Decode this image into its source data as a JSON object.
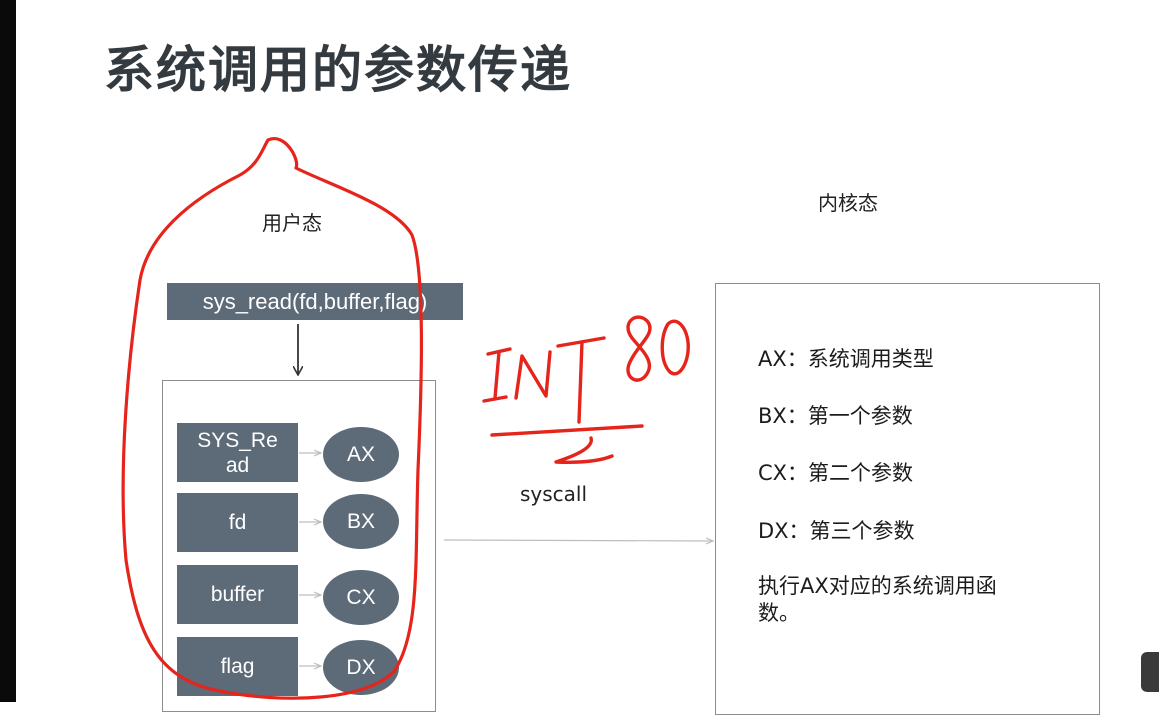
{
  "title": "系统调用的参数传递",
  "user_mode": {
    "label": "用户态",
    "call": "sys_read(fd,buffer,flag)",
    "registers": [
      {
        "param": "SYS_Re\nad",
        "reg": "AX"
      },
      {
        "param": "fd",
        "reg": "BX"
      },
      {
        "param": "buffer",
        "reg": "CX"
      },
      {
        "param": "flag",
        "reg": "DX"
      }
    ]
  },
  "syscall_label": "syscall",
  "handwritten_note": "INT 80",
  "kernel_mode": {
    "label": "内核态",
    "lines": [
      "AX：系统调用类型",
      "BX：第一个参数",
      "CX：第二个参数",
      "DX：第三个参数"
    ],
    "final": "执行AX对应的系统调用函数。"
  },
  "colors": {
    "box_fill": "#5d6a78",
    "annotation": "#e5241b",
    "title": "#333a40"
  }
}
